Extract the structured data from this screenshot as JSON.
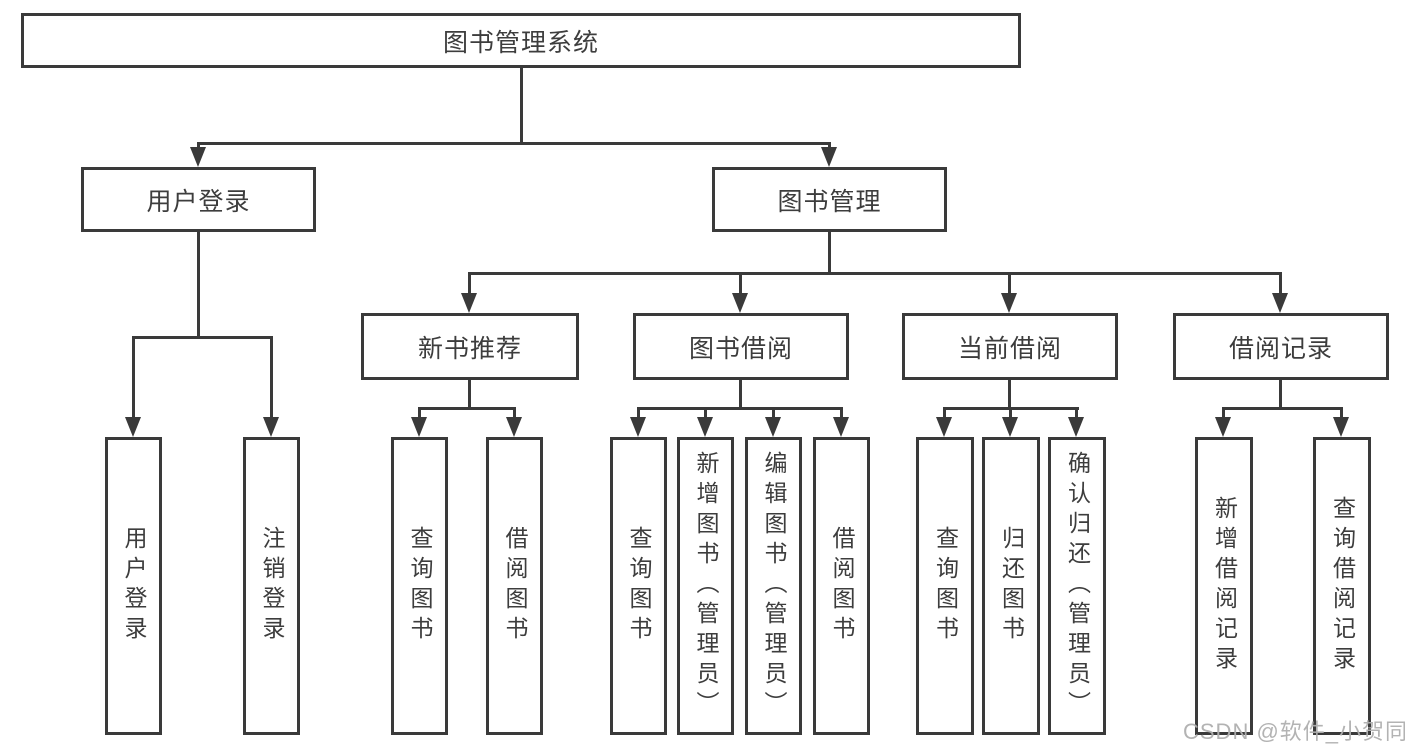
{
  "diagram": {
    "root": {
      "label": "图书管理系统"
    },
    "level2": [
      {
        "label": "用户登录"
      },
      {
        "label": "图书管理"
      }
    ],
    "level3": [
      {
        "label": "新书推荐"
      },
      {
        "label": "图书借阅"
      },
      {
        "label": "当前借阅"
      },
      {
        "label": "借阅记录"
      }
    ],
    "leaves": {
      "user_login_group": [
        {
          "label": "用户登录"
        },
        {
          "label": "注销登录"
        }
      ],
      "new_book_group": [
        {
          "label": "查询图书"
        },
        {
          "label": "借阅图书"
        }
      ],
      "book_borrow_group": [
        {
          "label": "查询图书"
        },
        {
          "label": "新增图书（管理员）"
        },
        {
          "label": "编辑图书（管理员）"
        },
        {
          "label": "借阅图书"
        }
      ],
      "current_borrow_group": [
        {
          "label": "查询图书"
        },
        {
          "label": "归还图书"
        },
        {
          "label": "确认归还（管理员）"
        }
      ],
      "borrow_record_group": [
        {
          "label": "新增借阅记录"
        },
        {
          "label": "查询借阅记录"
        }
      ]
    }
  },
  "watermark": {
    "text": "CSDN @软件_小贺同学"
  },
  "colors": {
    "line": "#3a3a3a",
    "text": "#3d3d3d",
    "background": "#ffffff",
    "watermark": "#b0b0b0"
  }
}
